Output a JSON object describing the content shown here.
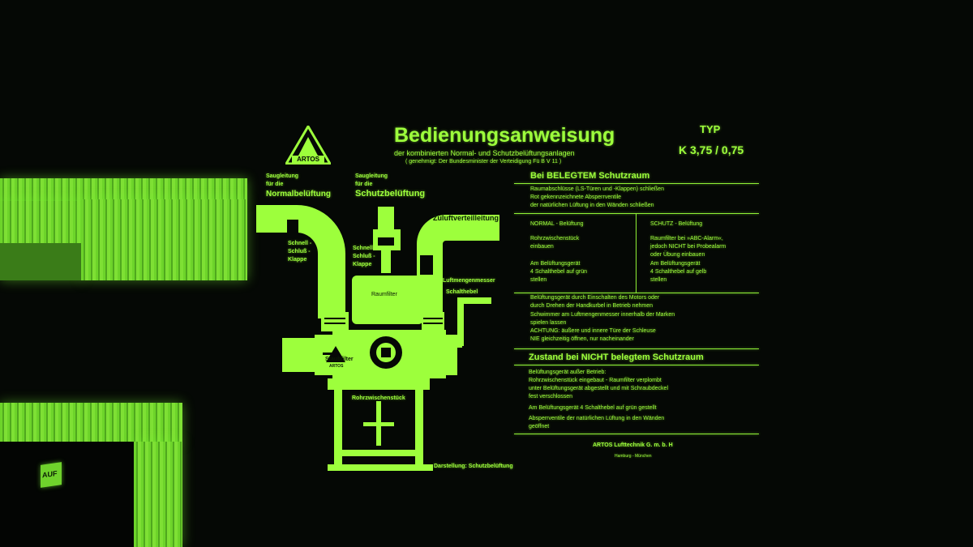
{
  "colors": {
    "glow": "#9dff3c",
    "background": "#050805",
    "wall": "#6dd42a"
  },
  "sign": {
    "logo_text": "ARTOS",
    "title": "Bedienungsanweisung",
    "subtitle": "der kombinierten Normal- und Schutzbelüftungsanlagen",
    "approval": "( genehmigt: Der Bundesminister der Verteidigung Fü B Ⅴ 11 )",
    "typ_label": "TYP",
    "typ_value": "K 3,75 / 0,75",
    "diagram": {
      "normal_line_1": "Saugleitung",
      "normal_line_2": "für die",
      "normal_line_3": "Normalbelüftung",
      "schutz_line_1": "Saugleitung",
      "schutz_line_2": "für die",
      "schutz_line_3": "Schutzbelüftung",
      "zuluft": "Zuluftverteilleitung",
      "klappe_left_1": "Schnell -",
      "klappe_left_2": "Schluß -",
      "klappe_left_3": "Klappe",
      "klappe_mid_1": "Schnell -",
      "klappe_mid_2": "Schluß -",
      "klappe_mid_3": "Klappe",
      "raumfilter": "Raumfilter",
      "luftmengenmesser": "Luftmengenmesser",
      "schalthebel": "Schalthebel",
      "staubfilter": "Staubfilter",
      "badge_text": "ARTOS",
      "rohrzwischen": "Rohrzwischenstück",
      "darstellung": "Darstellung: Schutzbelüftung"
    },
    "section1_title": "Bei BELEGTEM Schutzraum",
    "section1_intro": [
      "Raumabschlüsse (LS-Türen und -Klappen) schließen",
      "  Rot  gekennzeichnete Absperrventile",
      "der natürlichen Lüftung in den Wänden schließen"
    ],
    "normal_head": "NORMAL - Belüftung",
    "normal_lines": [
      "Rohrzwischenstück",
      "einbauen",
      "",
      "Am Belüftungsgerät",
      "  4 Schalthebel auf grün",
      "stellen"
    ],
    "schutz_head": "SCHUTZ - Belüftung",
    "schutz_lines": [
      "Raumfilter bei »ABC-Alarm«,",
      "jedoch NICHT bei Probealarm",
      "oder Übung einbauen",
      "Am Belüftungsgerät",
      "  4 Schalthebel auf gelb",
      "stellen"
    ],
    "section1_notes": [
      "Belüftungsgerät durch Einschalten des Motors oder",
      "durch Drehen der Handkurbel in Betrieb nehmen",
      "Schwimmer am Luftmengenmesser innerhalb der Marken",
      "spielen lassen",
      "ACHTUNG:  äußere und innere Türe der Schleuse",
      "                  NIE gleichzeitig öffnen, nur nacheinander"
    ],
    "section2_title": "Zustand bei NICHT belegtem Schutzraum",
    "section2_lines": [
      "Belüftungsgerät außer Betrieb:",
      "Rohrzwischenstück eingebaut - Raumfilter verplombt",
      "unter Belüftungsgerät abgestellt und mit Schraubdeckel",
      "fest verschlossen",
      "Am Belüftungsgerät    4 Schalthebel auf grün    gestellt",
      "Absperrventile der natürlichen Lüftung in den Wänden",
      "geöffnet"
    ],
    "company": "ARTOS Lufttechnik G. m. b. H",
    "city": "Hamburg - München"
  },
  "door_sign": "AUF"
}
